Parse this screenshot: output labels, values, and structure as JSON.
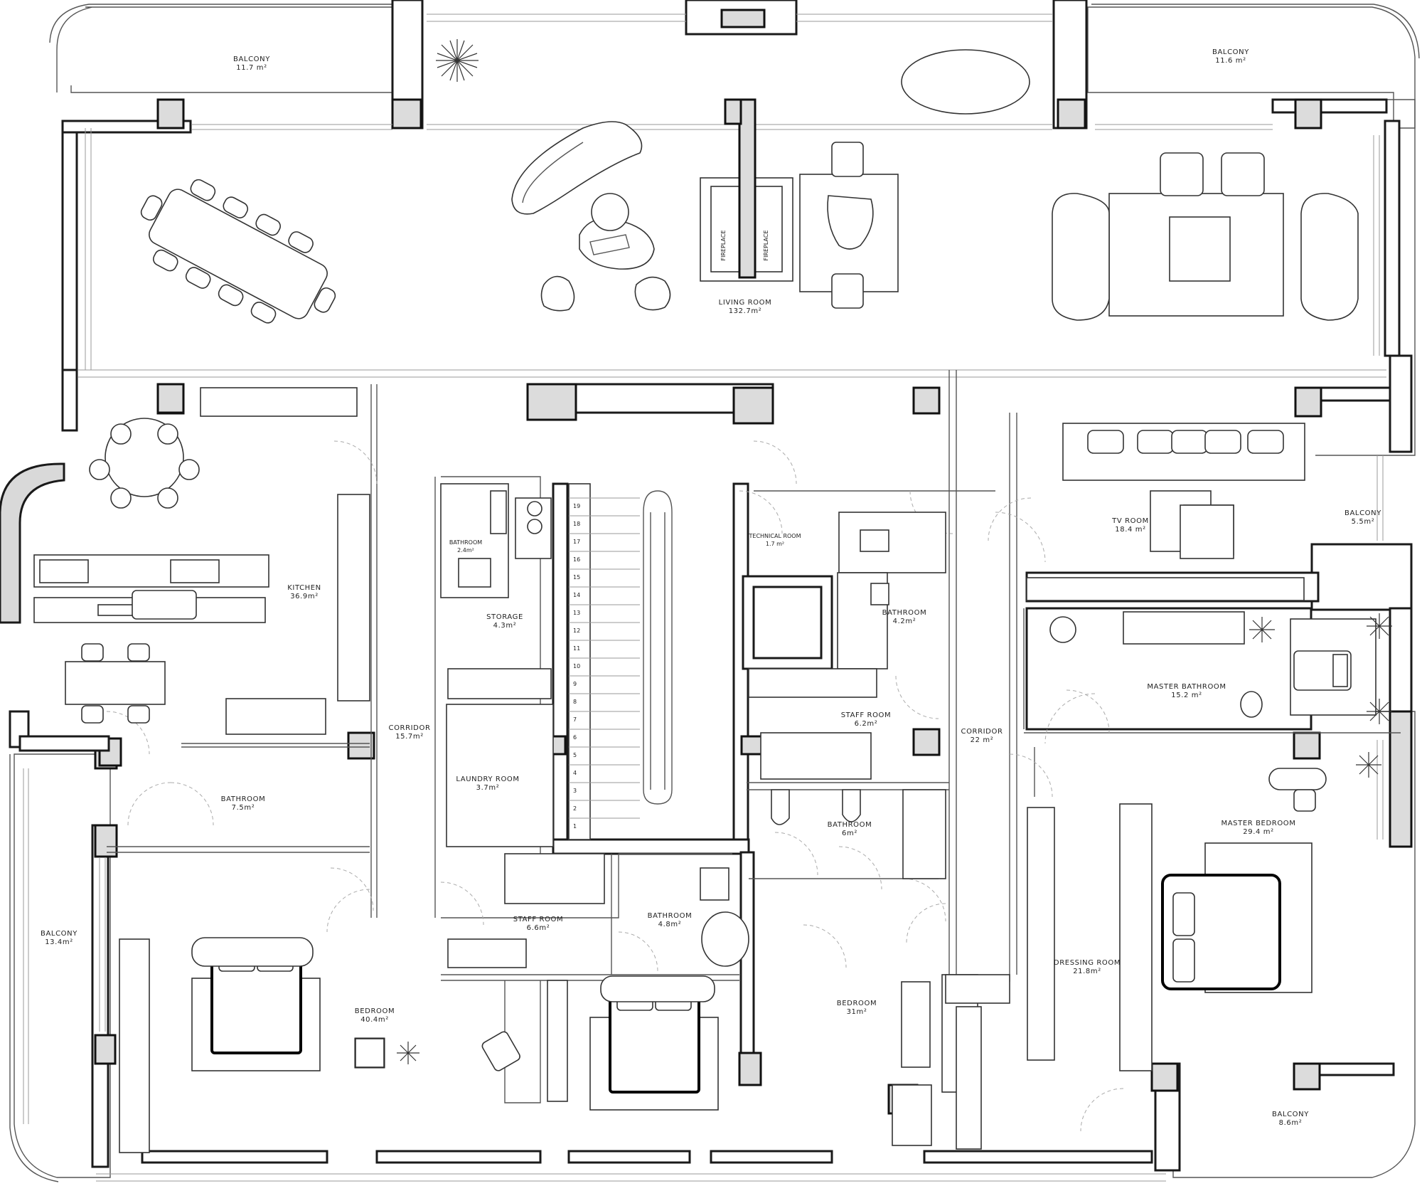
{
  "rooms": [
    {
      "id": "balcony-nw",
      "name": "BALCONY",
      "area": "11.7 m²"
    },
    {
      "id": "balcony-ne",
      "name": "BALCONY",
      "area": "11.6 m²"
    },
    {
      "id": "living-room",
      "name": "LIVING ROOM",
      "area": "132.7m²"
    },
    {
      "id": "kitchen",
      "name": "KITCHEN",
      "area": "36.9m²"
    },
    {
      "id": "bathroom-1",
      "name": "BATHROOM",
      "area": "2.4m²"
    },
    {
      "id": "storage",
      "name": "STORAGE",
      "area": "4.3m²"
    },
    {
      "id": "technical-room",
      "name": "TECHNICAL ROOM",
      "area": "1.7 m²"
    },
    {
      "id": "bathroom-2",
      "name": "BATHROOM",
      "area": "4.2m²"
    },
    {
      "id": "tv-room",
      "name": "TV ROOM",
      "area": "18.4 m²"
    },
    {
      "id": "balcony-e",
      "name": "BALCONY",
      "area": "5.5m²"
    },
    {
      "id": "master-bathroom",
      "name": "MASTER BATHROOM",
      "area": "15.2 m²"
    },
    {
      "id": "corridor-1",
      "name": "CORRIDOR",
      "area": "15.7m²"
    },
    {
      "id": "corridor-2",
      "name": "CORRIDOR",
      "area": "22 m²"
    },
    {
      "id": "staff-room-1",
      "name": "STAFF ROOM",
      "area": "6.2m²"
    },
    {
      "id": "laundry-room",
      "name": "LAUNDRY ROOM",
      "area": "3.7m²"
    },
    {
      "id": "bathroom-3",
      "name": "BATHROOM",
      "area": "7.5m²"
    },
    {
      "id": "bathroom-4",
      "name": "BATHROOM",
      "area": "6m²"
    },
    {
      "id": "master-bedroom",
      "name": "MASTER BEDROOM",
      "area": "29.4 m²"
    },
    {
      "id": "staff-room-2",
      "name": "STAFF ROOM",
      "area": "6.6m²"
    },
    {
      "id": "bathroom-5",
      "name": "BATHROOM",
      "area": "4.8m²"
    },
    {
      "id": "dressing-room",
      "name": "DRESSING ROOM",
      "area": "21.8m²"
    },
    {
      "id": "balcony-w",
      "name": "BALCONY",
      "area": "13.4m²"
    },
    {
      "id": "bedroom-1",
      "name": "BEDROOM",
      "area": "40.4m²"
    },
    {
      "id": "bedroom-2",
      "name": "BEDROOM",
      "area": "31m²"
    },
    {
      "id": "balcony-se",
      "name": "BALCONY",
      "area": "8.6m²"
    }
  ],
  "fixtures": {
    "fireplace_left": "FIREPLACE",
    "fireplace_right": "FIREPLACE"
  },
  "stair_numbers": [
    "19",
    "18",
    "17",
    "16",
    "15",
    "14",
    "13",
    "12",
    "11",
    "10",
    "9",
    "8",
    "7",
    "6",
    "5",
    "4",
    "3",
    "2",
    "1"
  ],
  "icons": [
    "plant-icon",
    "bed-icon",
    "sofa-icon",
    "dining-table-icon",
    "stair-icon",
    "door-swing-icon",
    "toilet-icon",
    "sink-icon",
    "bathtub-icon"
  ]
}
